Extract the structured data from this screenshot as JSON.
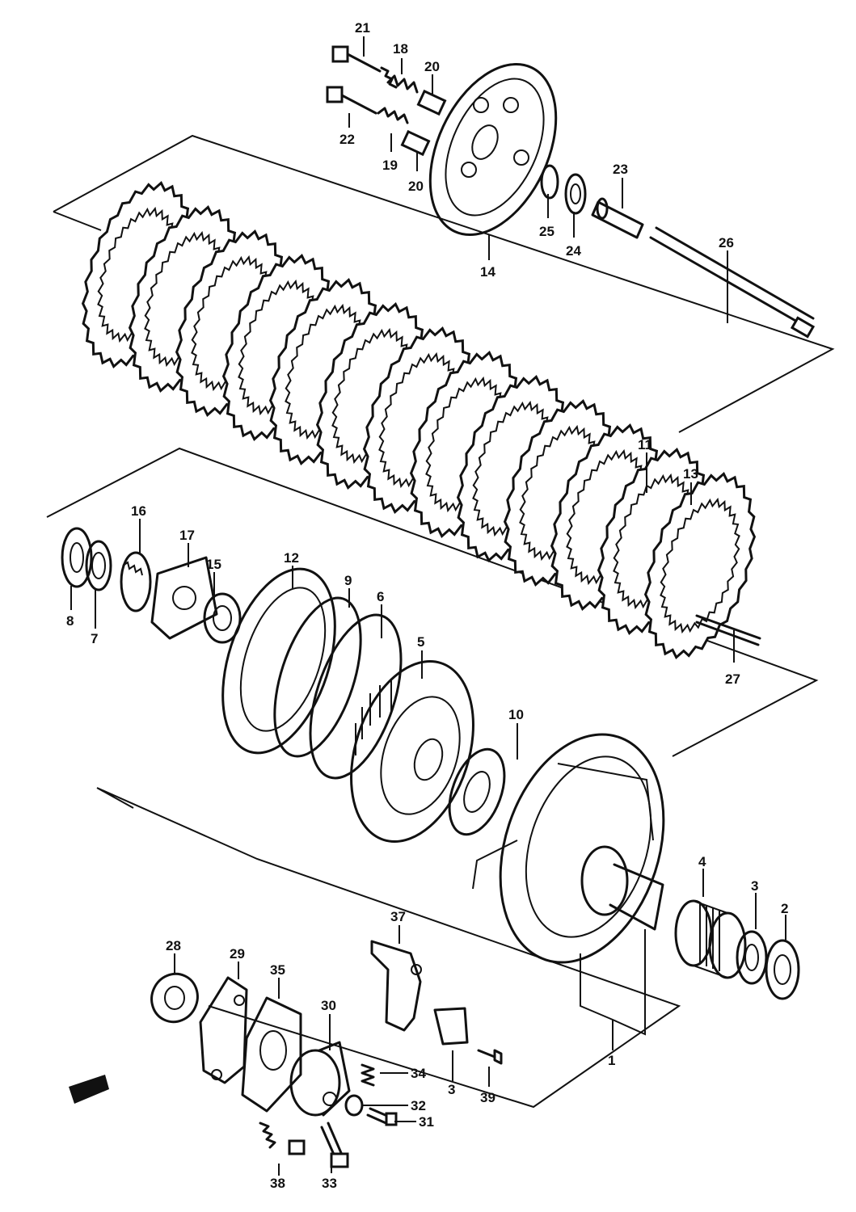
{
  "diagram": {
    "colors": {
      "ink": "#111111",
      "paper": "#ffffff"
    },
    "callouts": [
      {
        "id": "c21",
        "text": "21"
      },
      {
        "id": "c18",
        "text": "18"
      },
      {
        "id": "c20a",
        "text": "20"
      },
      {
        "id": "c22",
        "text": "22"
      },
      {
        "id": "c19",
        "text": "19"
      },
      {
        "id": "c20b",
        "text": "20"
      },
      {
        "id": "c23",
        "text": "23"
      },
      {
        "id": "c25",
        "text": "25"
      },
      {
        "id": "c24",
        "text": "24"
      },
      {
        "id": "c26",
        "text": "26"
      },
      {
        "id": "c14",
        "text": "14"
      },
      {
        "id": "c11",
        "text": "11"
      },
      {
        "id": "c13",
        "text": "13"
      },
      {
        "id": "c27",
        "text": "27"
      },
      {
        "id": "c16",
        "text": "16"
      },
      {
        "id": "c17",
        "text": "17"
      },
      {
        "id": "c15",
        "text": "15"
      },
      {
        "id": "c12",
        "text": "12"
      },
      {
        "id": "c9",
        "text": "9"
      },
      {
        "id": "c6",
        "text": "6"
      },
      {
        "id": "c5",
        "text": "5"
      },
      {
        "id": "c8",
        "text": "8"
      },
      {
        "id": "c7",
        "text": "7"
      },
      {
        "id": "c10",
        "text": "10"
      },
      {
        "id": "c4",
        "text": "4"
      },
      {
        "id": "c3",
        "text": "3"
      },
      {
        "id": "c2",
        "text": "2"
      },
      {
        "id": "c1",
        "text": "1"
      },
      {
        "id": "c37",
        "text": "37"
      },
      {
        "id": "c28",
        "text": "28"
      },
      {
        "id": "c29",
        "text": "29"
      },
      {
        "id": "c35",
        "text": "35"
      },
      {
        "id": "c30",
        "text": "30"
      },
      {
        "id": "c34",
        "text": "34"
      },
      {
        "id": "c32",
        "text": "32"
      },
      {
        "id": "c31",
        "text": "31"
      },
      {
        "id": "c3b",
        "text": "3"
      },
      {
        "id": "c39",
        "text": "39"
      },
      {
        "id": "c38",
        "text": "38"
      },
      {
        "id": "c33",
        "text": "33"
      }
    ]
  }
}
